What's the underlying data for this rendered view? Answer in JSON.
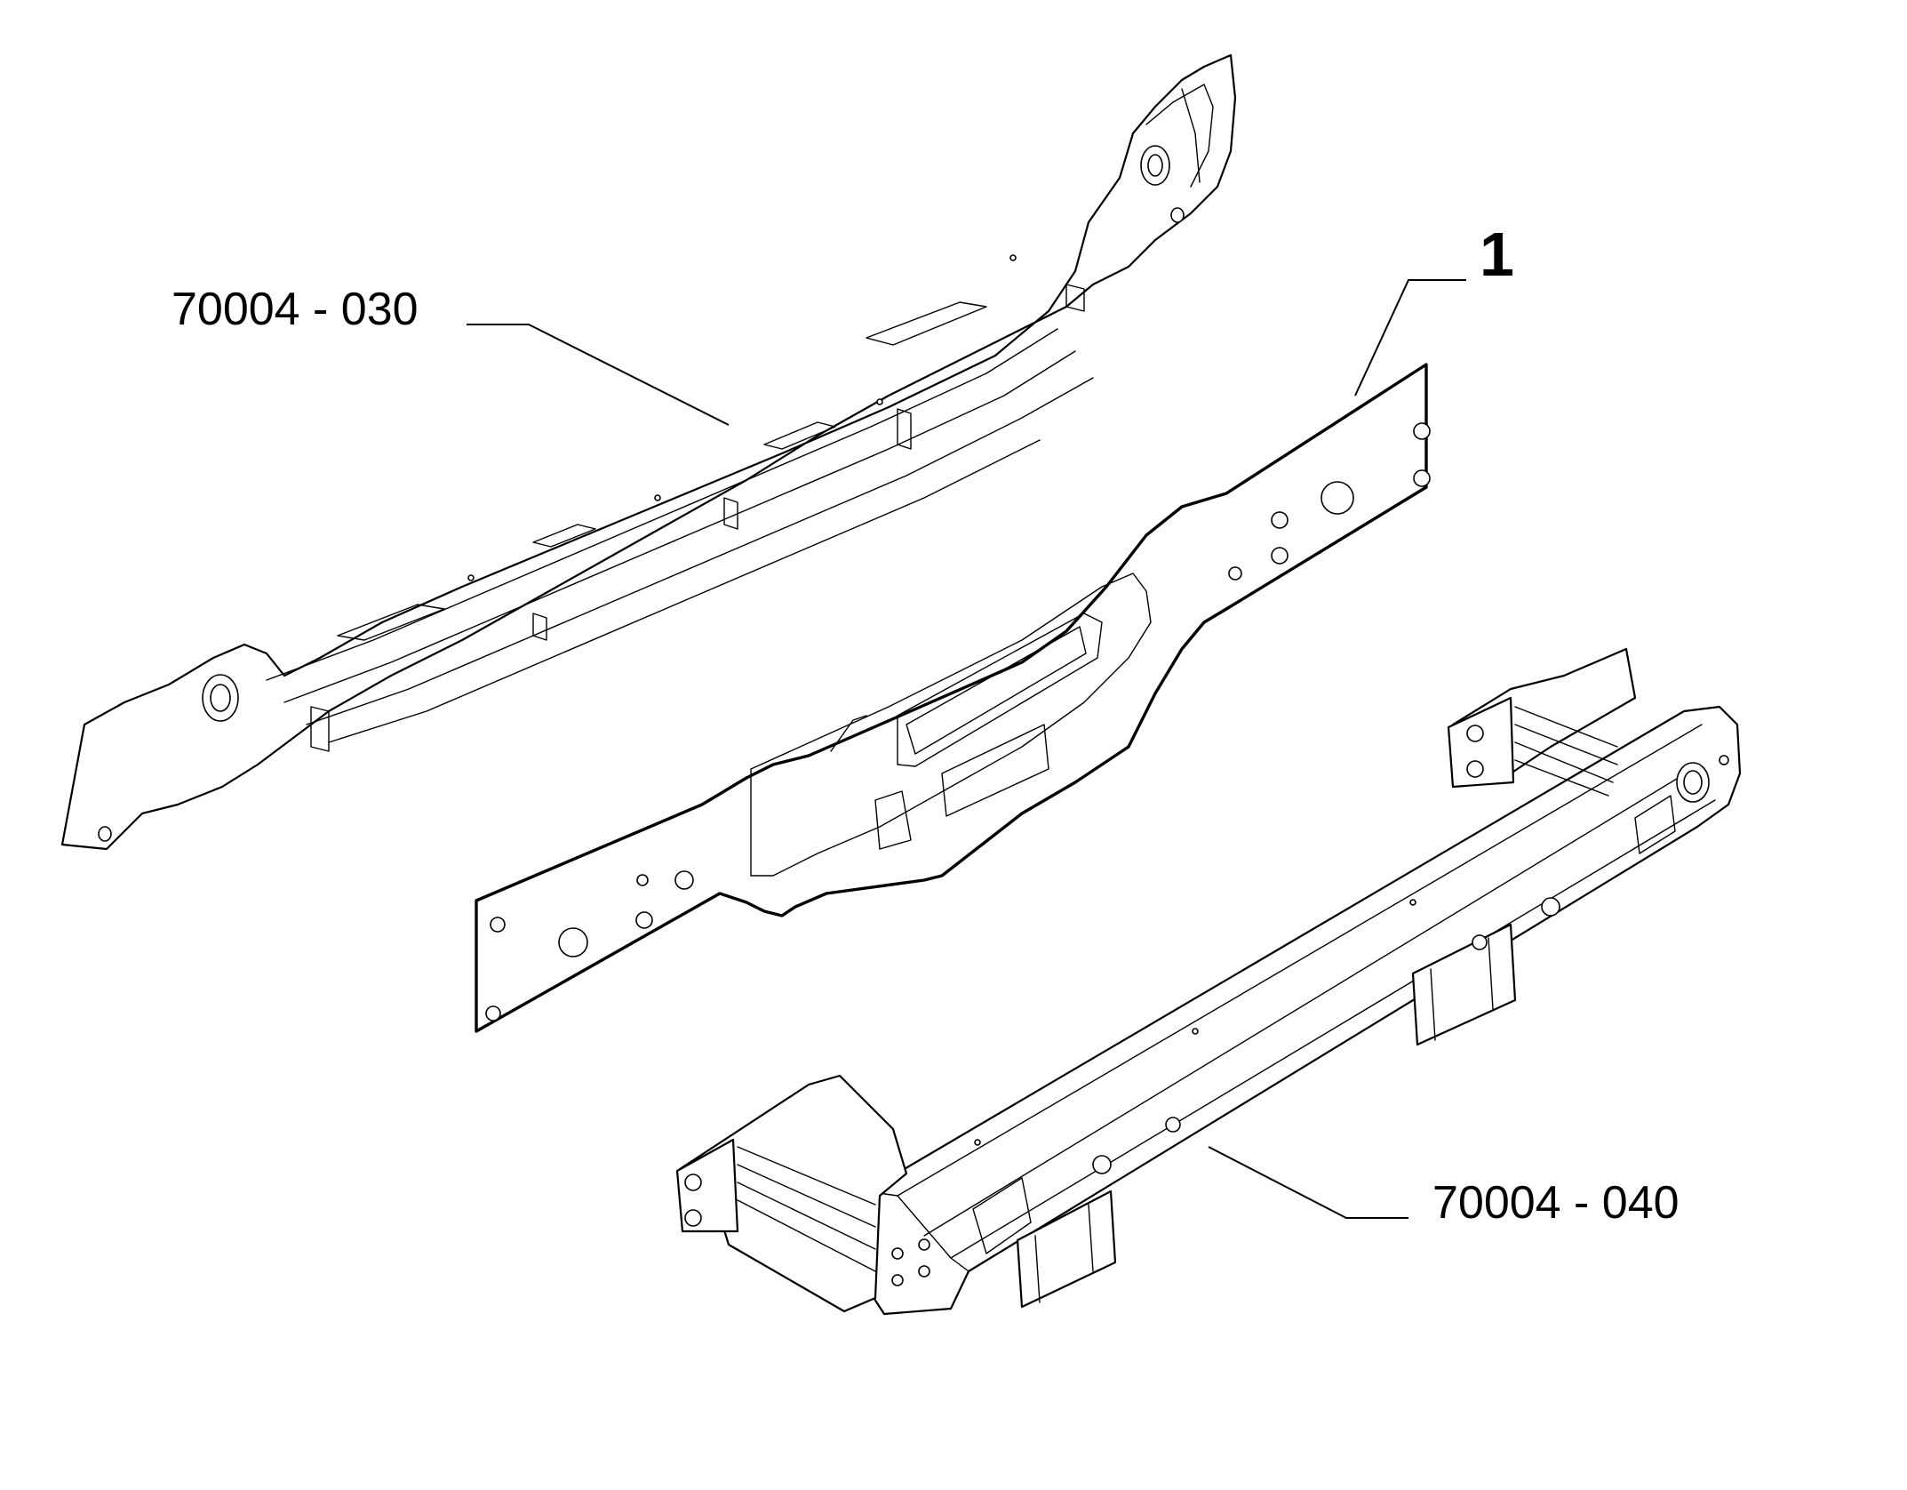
{
  "callouts": {
    "upper_part": "70004 - 030",
    "center_part": "1",
    "lower_part": "70004 - 040"
  },
  "colors": {
    "line": "#000000",
    "background": "#ffffff"
  }
}
